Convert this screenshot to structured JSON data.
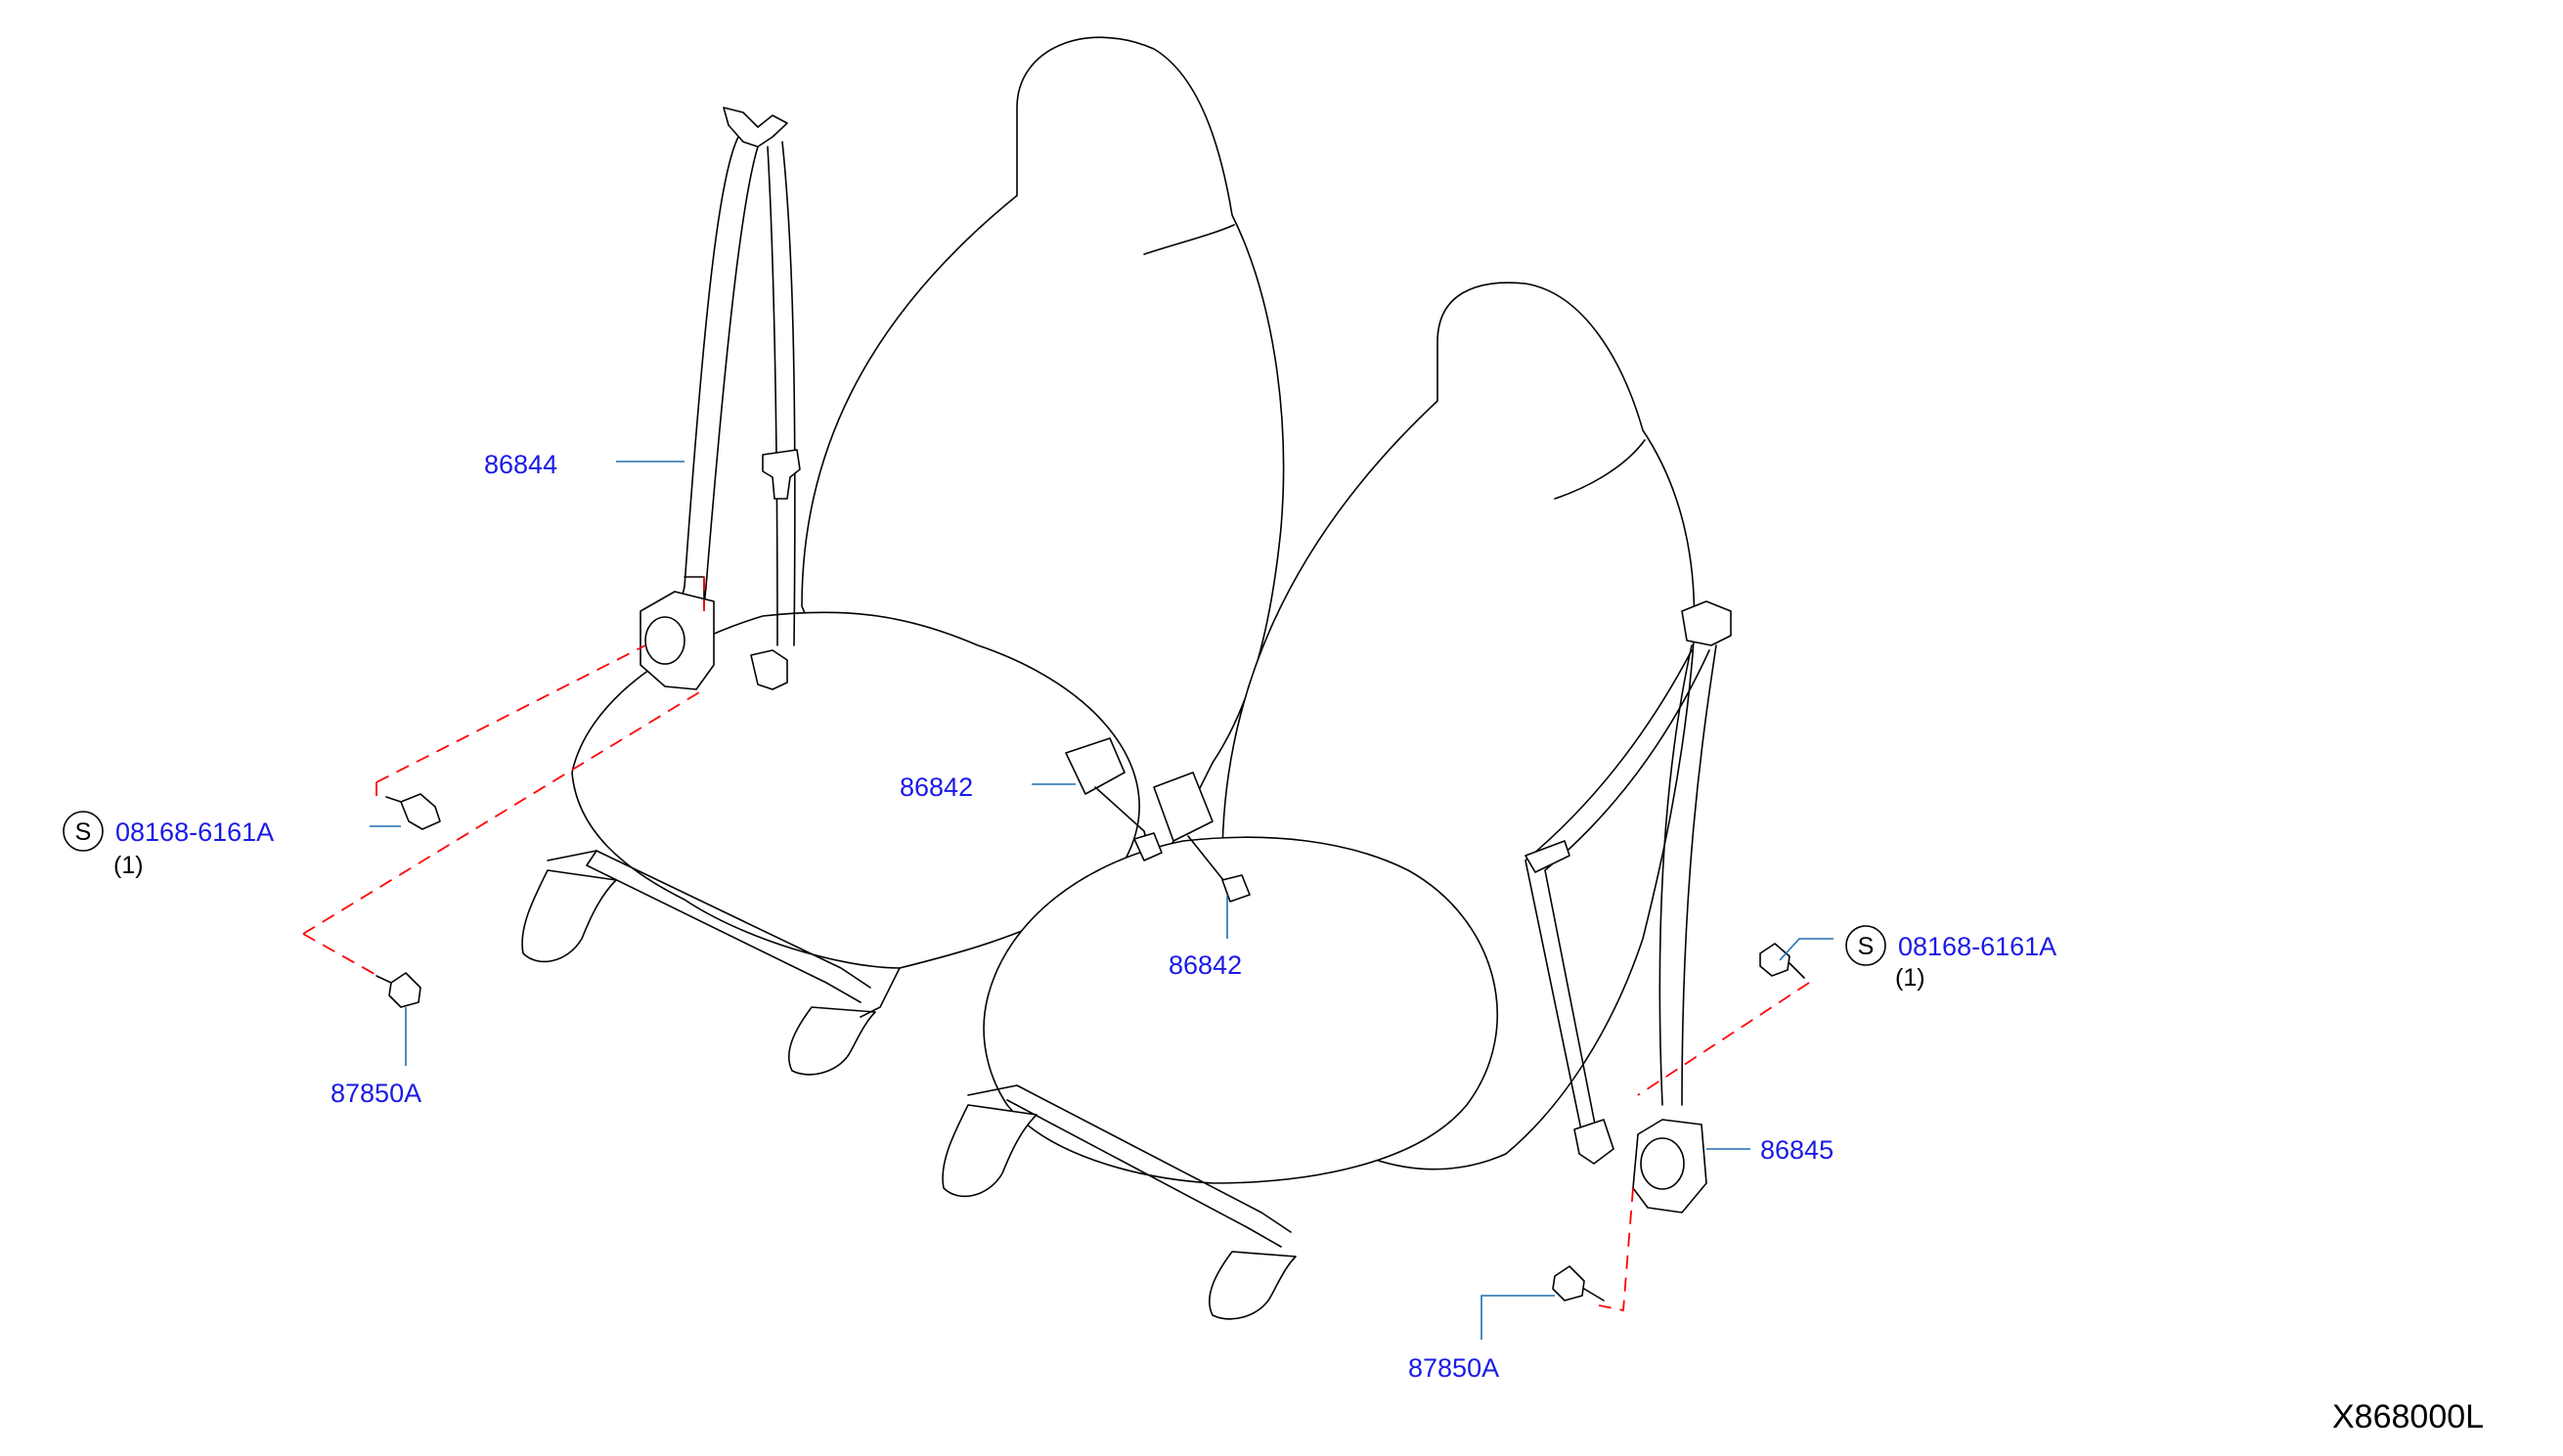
{
  "diagram": {
    "code": "X868000L",
    "colors": {
      "part_label": "#1a1ae6",
      "leader_line": "#1f6fb0",
      "mounting_path": "#ff0000",
      "outline": "#000000",
      "background": "#ffffff"
    },
    "labels": {
      "p86844": "86844",
      "p86842_upper": "86842",
      "p86842_lower": "86842",
      "p86845": "86845",
      "bolt_left": "08168-6161A",
      "bolt_left_qty": "(1)",
      "bolt_right": "08168-6161A",
      "bolt_right_qty": "(1)",
      "anchor_left": "87850A",
      "anchor_right": "87850A",
      "standard_symbol": "S"
    }
  }
}
